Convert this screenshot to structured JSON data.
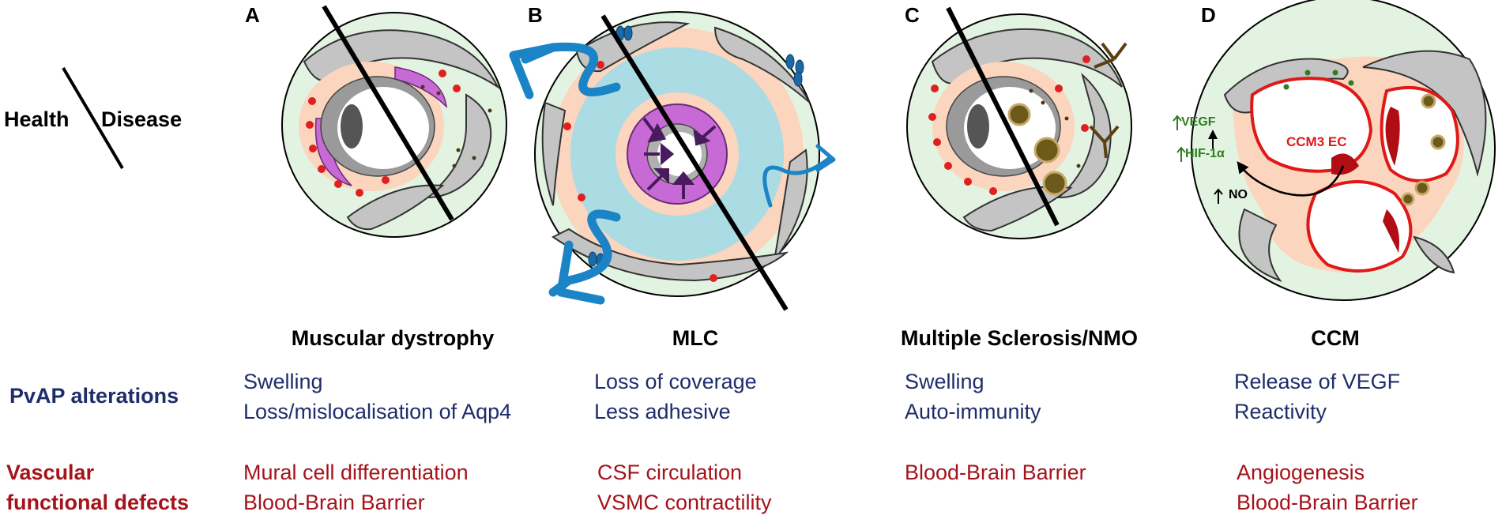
{
  "legend": {
    "health": "Health",
    "disease": "Disease"
  },
  "panels": [
    {
      "letter": "A",
      "title": "Muscular dystrophy"
    },
    {
      "letter": "B",
      "title": "MLC"
    },
    {
      "letter": "C",
      "title": "Multiple Sclerosis/NMO"
    },
    {
      "letter": "D",
      "title": "CCM"
    }
  ],
  "ccm_labels": {
    "vegf": "VEGF",
    "hif": "HIF-1α",
    "no": "NO",
    "ec": "CCM3 EC"
  },
  "rows": {
    "pvap": {
      "label": "PvAP alterations",
      "cells": [
        [
          "Swelling",
          "Loss/mislocalisation of Aqp4"
        ],
        [
          "Loss of coverage",
          "Less adhesive"
        ],
        [
          "Swelling",
          "Auto-immunity"
        ],
        [
          "Release of VEGF",
          "Reactivity"
        ]
      ]
    },
    "vascular": {
      "label_lines": [
        "Vascular",
        "functional defects"
      ],
      "cells": [
        [
          "Mural cell differentiation",
          "Blood-Brain Barrier"
        ],
        [
          "CSF circulation",
          "VSMC contractility"
        ],
        [
          "Blood-Brain Barrier",
          ""
        ],
        [
          "Angiogenesis",
          "Blood-Brain Barrier"
        ]
      ]
    }
  },
  "colors": {
    "background_green": "#e3f3e1",
    "astrocyte_gray": "#c4c4c4",
    "pvap_peach": "#fbd5bd",
    "csf_blue": "#abdbe3",
    "arrow_blue": "#1b84c6",
    "endothelium_red": "#e02020",
    "pericyte_purple": "#c86ad6",
    "label_blue": "#1f2d6b",
    "label_red": "#a5131b"
  }
}
